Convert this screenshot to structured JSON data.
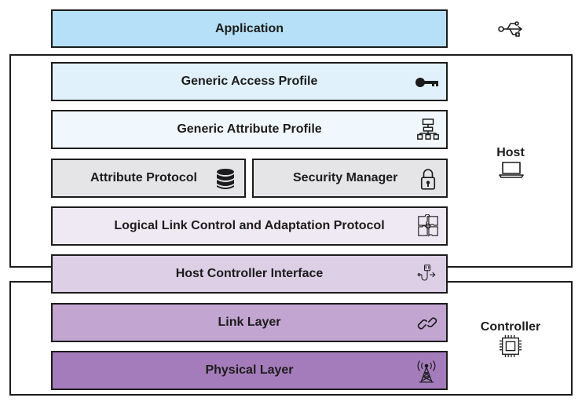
{
  "colors": {
    "application": "#b6e0f7",
    "gap": "#e0f1fb",
    "gatt": "#f1f8fd",
    "att": "#e5e5e8",
    "sm": "#e5e5e8",
    "l2cap": "#efe9f3",
    "hci": "#dccfe6",
    "link_layer": "#c2a6d1",
    "physical_layer": "#a57cbb",
    "outline": "#1c1c1c"
  },
  "layers": {
    "application": {
      "label": "Application"
    },
    "gap": {
      "label": "Generic Access Profile",
      "icon": "key-icon"
    },
    "gatt": {
      "label": "Generic Attribute Profile",
      "icon": "hierarchy-icon"
    },
    "att": {
      "label": "Attribute Protocol",
      "icon": "database-icon"
    },
    "sm": {
      "label": "Security Manager",
      "icon": "padlock-icon"
    },
    "l2cap": {
      "label": "Logical Link Control and Adaptation Protocol",
      "icon": "puzzle-icon"
    },
    "hci": {
      "label": "Host Controller Interface",
      "icon": "cable-icon"
    },
    "link_layer": {
      "label": "Link Layer",
      "icon": "chain-link-icon"
    },
    "physical_layer": {
      "label": "Physical Layer",
      "icon": "antenna-tower-icon"
    }
  },
  "regions": {
    "host": {
      "label": "Host",
      "icon": "laptop-icon"
    },
    "controller": {
      "label": "Controller",
      "icon": "chip-icon"
    },
    "application": {
      "icon": "usb-icon"
    }
  }
}
